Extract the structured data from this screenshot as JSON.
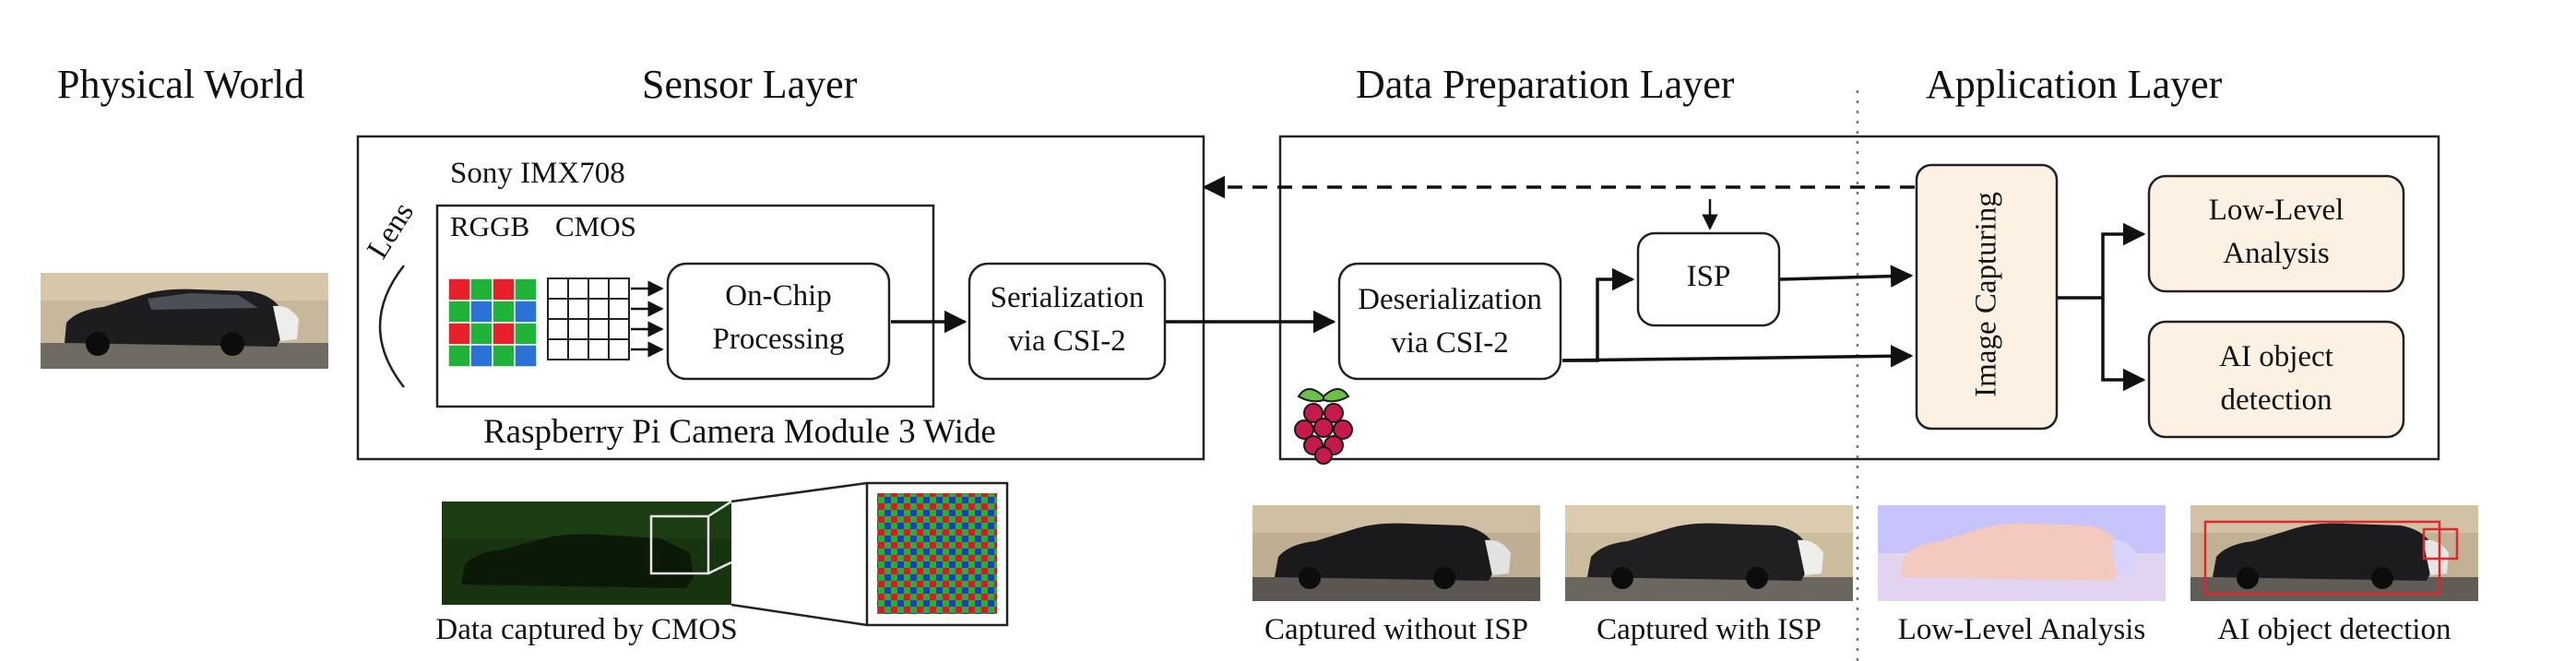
{
  "layers": {
    "physical_world": "Physical World",
    "sensor": "Sensor Layer",
    "data_preparation": "Data Preparation Layer",
    "application": "Application Layer"
  },
  "sensor": {
    "sensor_name": "Sony IMX708",
    "lens_label": "Lens",
    "rggb_label": "RGGB",
    "cmos_label": "CMOS",
    "on_chip": "On-Chip Processing",
    "serialization": "Serialization via CSI-2",
    "module_name": "Raspberry Pi Camera Module 3 Wide"
  },
  "data_prep": {
    "deserialization": "Deserialization via CSI-2",
    "isp": "ISP"
  },
  "application": {
    "image_capturing": "Image Capturing",
    "low_level": "Low-Level Analysis",
    "ai_detection": "AI object detection"
  },
  "captions": {
    "cmos_data": "Data captured by CMOS",
    "without_isp": "Captured without ISP",
    "with_isp": "Captured with ISP",
    "low_level": "Low-Level Analysis",
    "ai_detection": "AI object detection"
  },
  "icons": [
    "raspberry-pi-logo",
    "lens-icon",
    "bayer-filter-icon",
    "cmos-grid-icon",
    "car-photo"
  ],
  "colors": {
    "app_fill": "#fdf1e4",
    "bayer_red": "#e8202a",
    "bayer_green": "#1fb33a",
    "bayer_blue": "#2a72d6",
    "cmos_dark_green": "#17330f",
    "heatmap_blue": "#c6c4fa",
    "heatmap_red": "#f4c9c0",
    "detection_box": "#e0282a",
    "raspberry_red": "#c51a4a",
    "raspberry_leaf": "#6cc04a"
  }
}
